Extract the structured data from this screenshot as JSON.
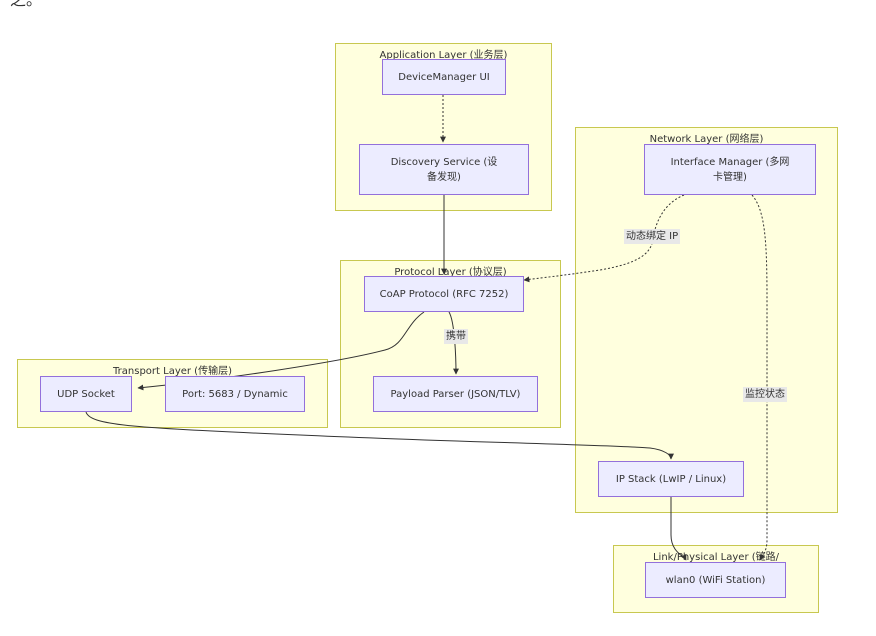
{
  "header": {
    "fragment": "之。"
  },
  "clusters": {
    "application": {
      "title": "Application Layer (业务层)"
    },
    "network": {
      "title": "Network Layer (网络层)"
    },
    "protocol": {
      "title": "Protocol Layer (协议层)"
    },
    "transport": {
      "title": "Transport Layer (传输层)"
    },
    "link": {
      "title": "Link/Physical Layer (链路/"
    }
  },
  "nodes": {
    "device_manager": "DeviceManager UI",
    "discovery": "Discovery Service (设备发现)",
    "interface_manager": "Interface Manager (多网卡管理)",
    "coap": "CoAP Protocol (RFC 7252)",
    "payload_parser": "Payload Parser (JSON/TLV)",
    "udp_socket": "UDP Socket",
    "port": "Port: 5683 / Dynamic",
    "ip_stack": "IP Stack (LwIP / Linux)",
    "wlan0": "wlan0 (WiFi Station)"
  },
  "edge_labels": {
    "dynamic_bind": "动态绑定 IP",
    "carry": "携带",
    "monitor": "监控状态"
  },
  "colors": {
    "cluster_fill": "#ffffde",
    "cluster_border": "#c8c850",
    "node_fill": "#ececff",
    "node_border": "#9370db",
    "edge": "#333333"
  }
}
